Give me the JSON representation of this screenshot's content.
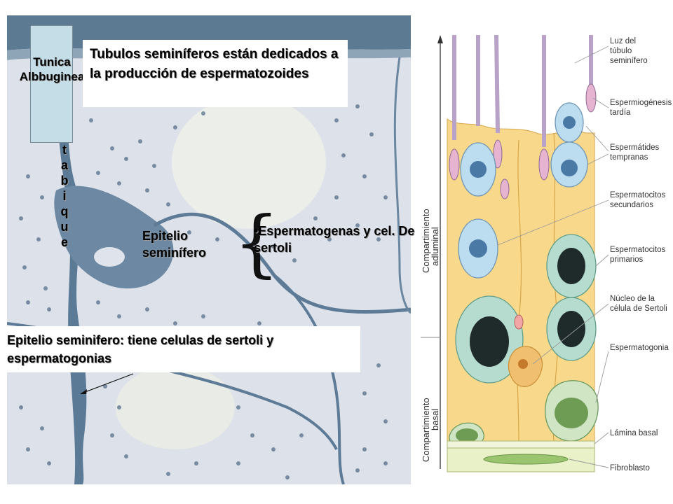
{
  "micrograph": {
    "top_caption": "Tubulos seminíferos están dedicados a la producción de espermatozoides",
    "tunica_label": "Tunica Albbuginea",
    "tabique_letters": [
      "t",
      "a",
      "b",
      "i",
      "q",
      "u",
      "e"
    ],
    "epitelio_label": "Epitelio seminífero",
    "espermatogenas_label": "•Espermatogenas y cel. De sertoli",
    "bottom_caption": "Epitelio seminifero: tiene celulas de sertoli y espermatogonias"
  },
  "diagram": {
    "compartment_top": "Compartimiento adluminal",
    "compartment_bottom": "Compartimiento basal",
    "labels": [
      "Luz del túbulo seminífero",
      "Espermiogénesis tardía",
      "Espermátides tempranas",
      "Espermatocitos secundarios",
      "Espermatocitos primarios",
      "Núcleo de la célula de Sertoli",
      "Espermatogonia",
      "Lámina basal",
      "Fibroblasto"
    ]
  },
  "colors": {
    "sertoli": "#f8d88a",
    "spermatid": "#bcdcef",
    "spermatocyte": "#b6dccf",
    "spermatogonia": "#cfe5c3",
    "basal_lamina": "#e9f1c8",
    "fibroblast": "#9bc46f",
    "tunica_box": "#c5dde6"
  }
}
